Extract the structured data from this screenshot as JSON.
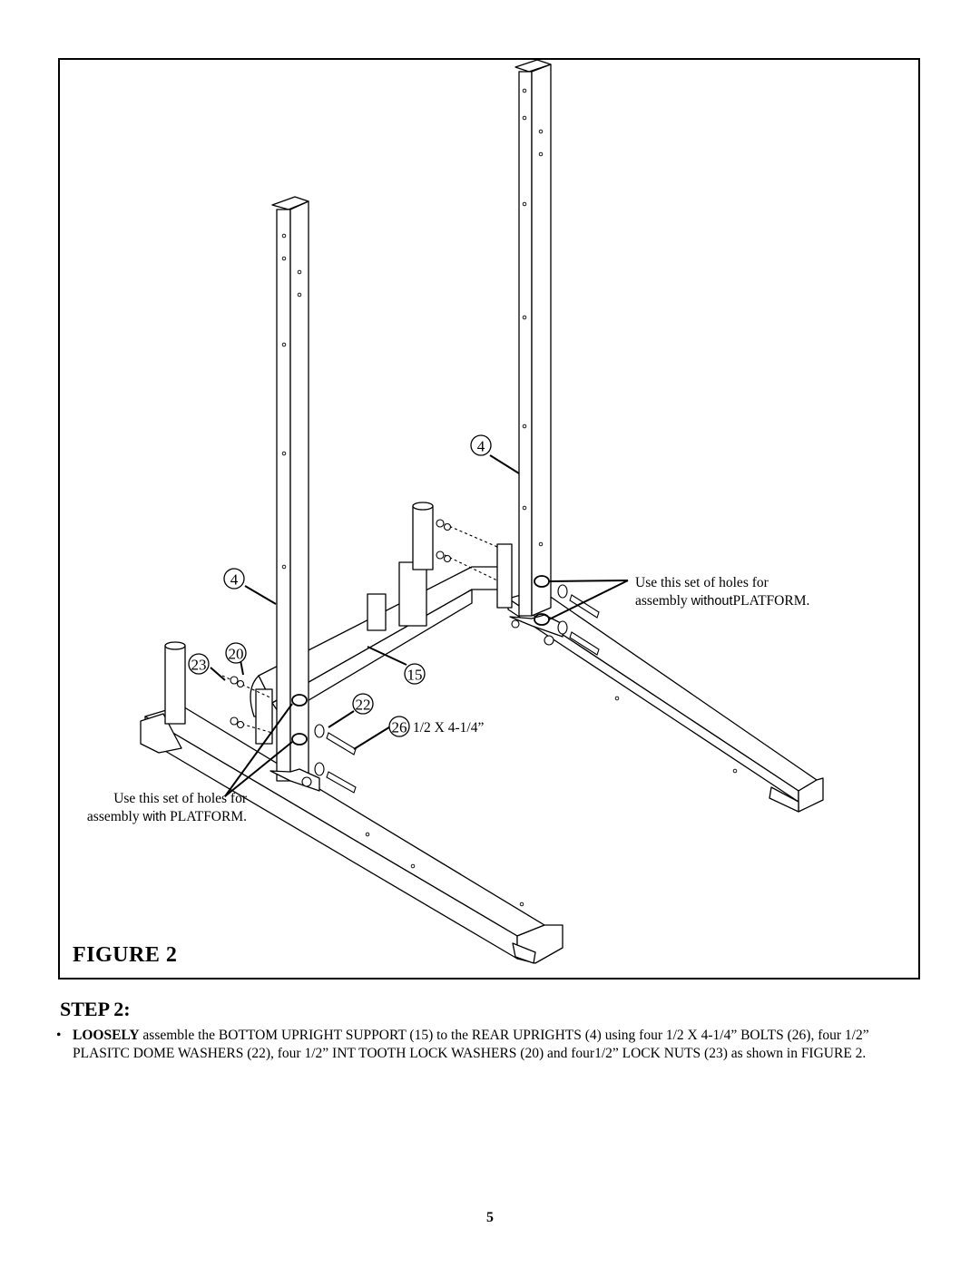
{
  "callouts": {
    "rear_upright_right": "4",
    "rear_upright_left": "4",
    "lock_nut": "23",
    "int_tooth_lock_washer": "20",
    "bottom_upright_support": "15",
    "plastic_dome_washer": "22",
    "bolt": "26",
    "bolt_size": "1/2 X 4-1/4”"
  },
  "notes": {
    "without_platform_line1": "Use this set of holes for",
    "without_platform_line2_prefix": "assembly ",
    "without_platform_line2_emph": "without",
    "without_platform_line2_suffix": "PLATFORM.",
    "with_platform_line1": "Use this set of holes for",
    "with_platform_line2_prefix": "assembly ",
    "with_platform_line2_emph": "with",
    "with_platform_line2_suffix": " PLATFORM."
  },
  "figure_title": "FIGURE 2",
  "step": {
    "title": "STEP 2:",
    "bullet": "•",
    "lead": "LOOSELY",
    "text": " assemble the BOTTOM UPRIGHT SUPPORT (15) to the REAR UPRIGHTS (4) using four 1/2 X 4-1/4” BOLTS (26), four 1/2” PLASITC DOME WASHERS (22), four 1/2” INT TOOTH LOCK WASHERS (20) and four1/2” LOCK NUTS (23) as shown in FIGURE 2."
  },
  "page_number": "5"
}
